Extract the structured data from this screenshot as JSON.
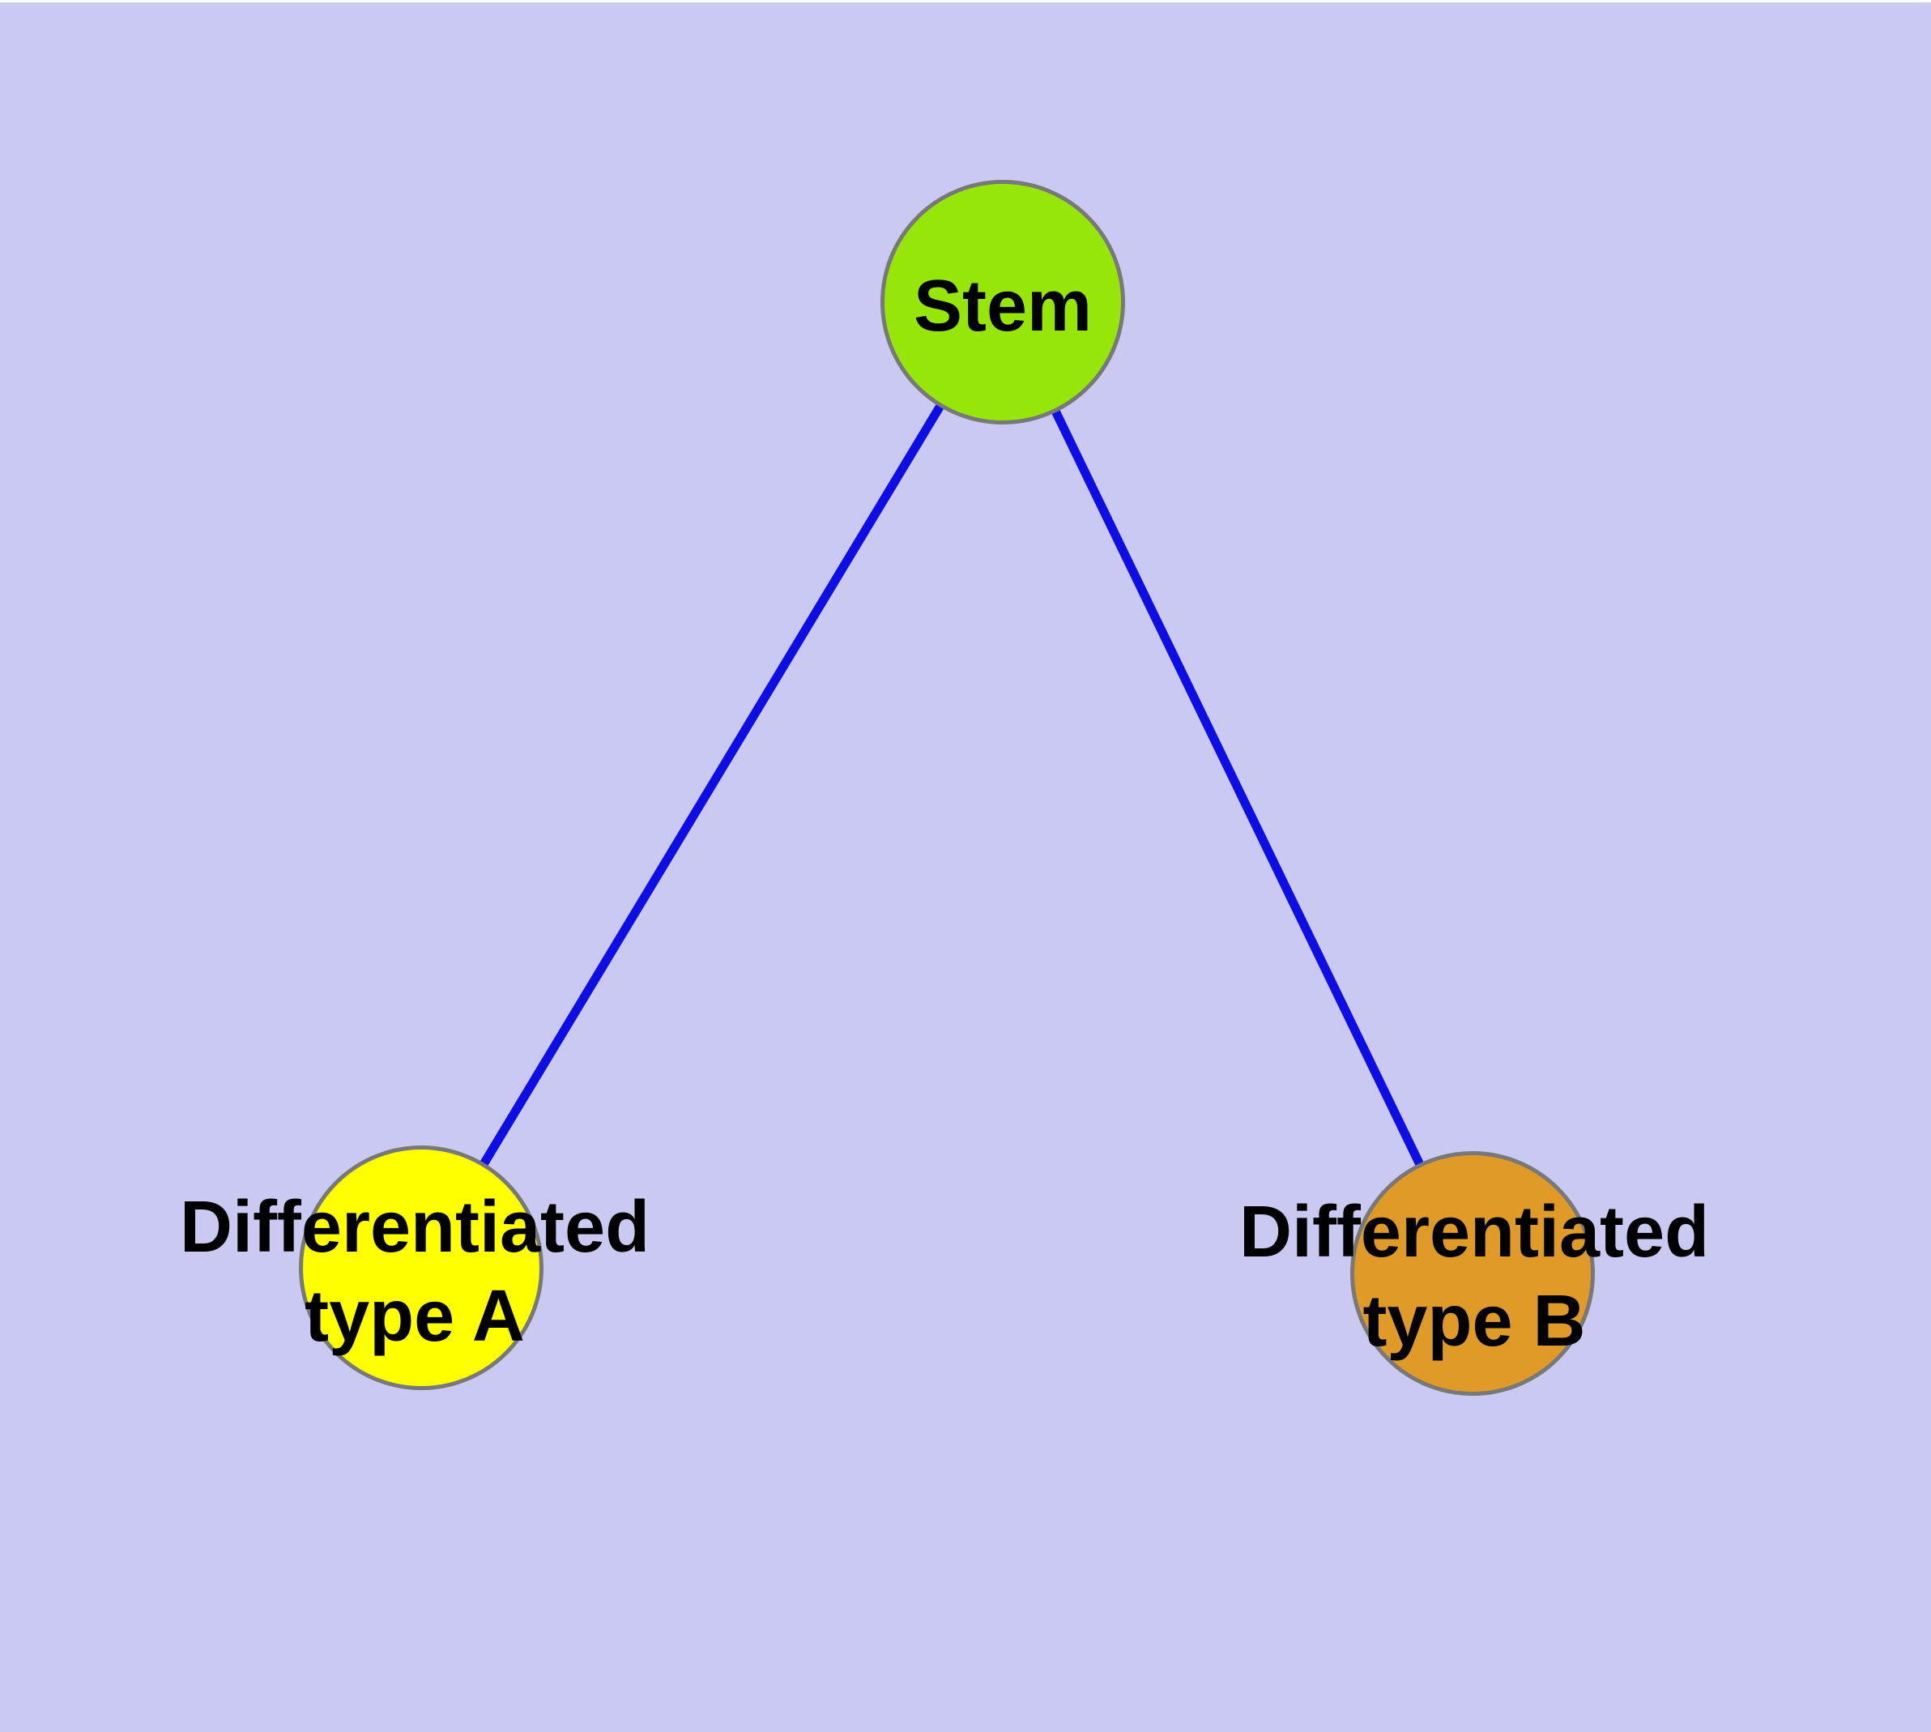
{
  "figure": {
    "background_color": "#C9C9F2",
    "top_margin_color": "#FFFFFF",
    "text_color": "#000000",
    "edge_color": "#0D0DE6",
    "node_border_color": "#787878",
    "nodes": [
      {
        "id": "stem",
        "label": "Stem",
        "fill_color": "#96E60A"
      },
      {
        "id": "differentiated-type-a",
        "label": "Differentiated type A",
        "label_lines": [
          "Differentiated",
          "type A"
        ],
        "fill_color": "#FFFF00"
      },
      {
        "id": "differentiated-type-b",
        "label": "Differentiated type B",
        "label_lines": [
          "Differentiated",
          "type B"
        ],
        "fill_color": "#E09A28"
      }
    ],
    "edges": [
      {
        "from": "Stem",
        "to": "Differentiated type A"
      },
      {
        "from": "Stem",
        "to": "Differentiated type B"
      }
    ]
  }
}
